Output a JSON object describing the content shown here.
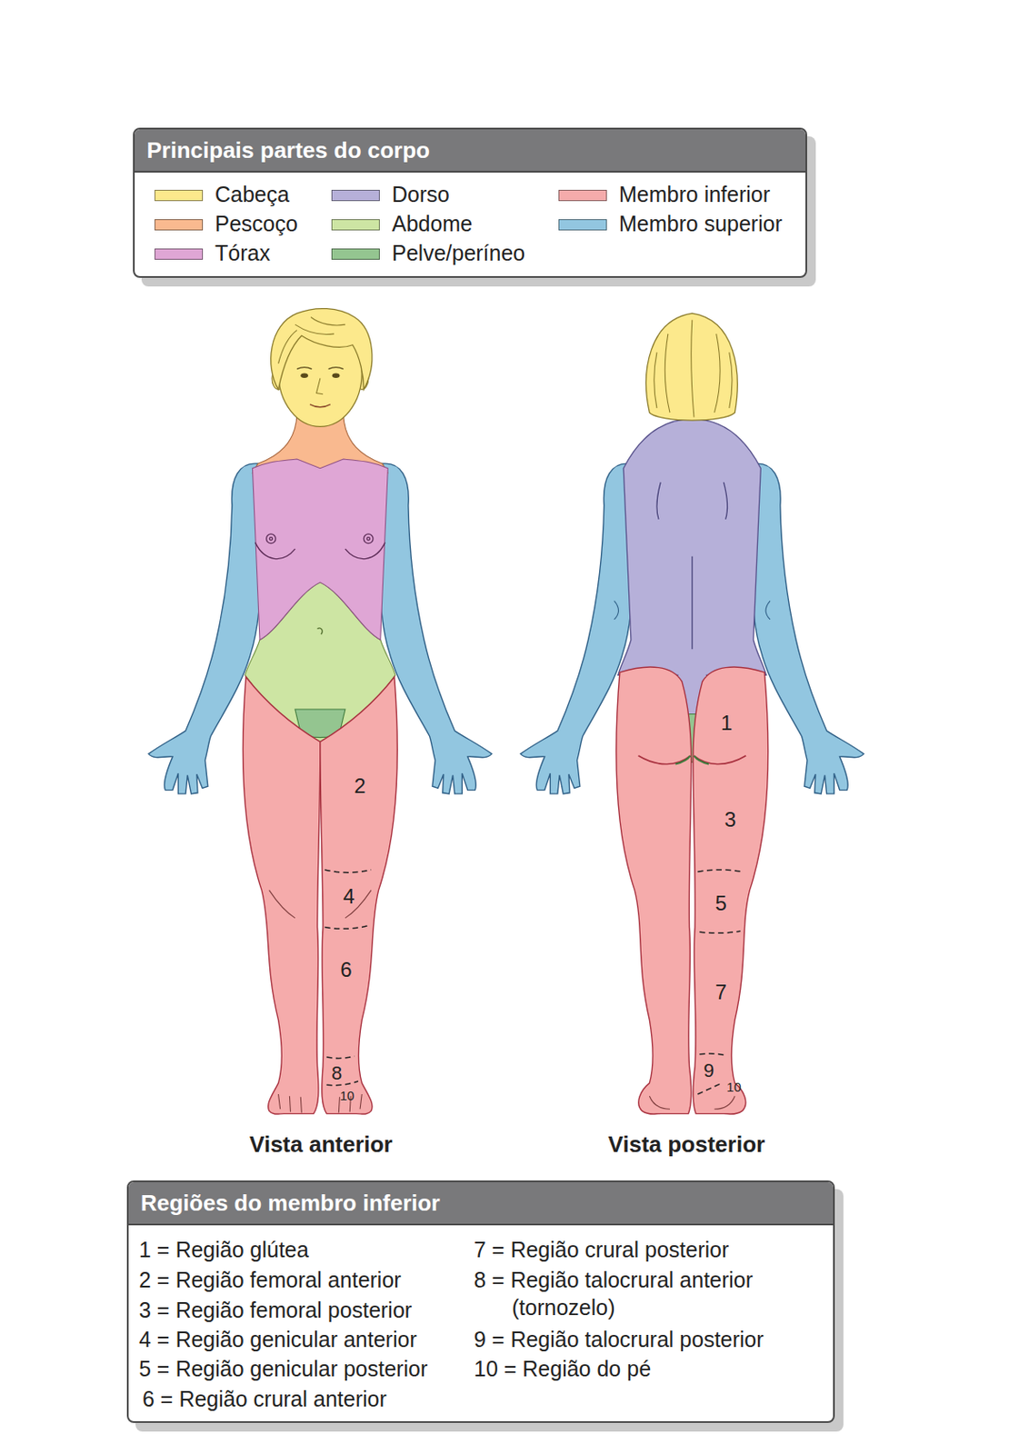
{
  "diagram": {
    "nodes": [
      {
        "text": [
          "Principais partes do corpo"
        ]
      },
      {
        "text": [
          "Regiões do membro inferior",
          "1 = Região glútea",
          "2 = Região femoral anterior",
          "3 = Região femoral posterior",
          "4 = Região genicular anterior",
          "5 = Região genicular posterior",
          "6 = Região crural anterior",
          "7 = Região crural posterior",
          "8 = Região talocrural anterior (tornozelo)",
          "9 = Região talocrural posterior",
          "10 = Região do pé"
        ]
      }
    ],
    "labels": [
      "2",
      "4",
      "6",
      "8",
      "10",
      "1",
      "3",
      "5",
      "7",
      "9",
      "10",
      "Vista anterior",
      "Vista posterior"
    ],
    "legend": [
      {
        "text": "Cabeça",
        "color": "#fce98c"
      },
      {
        "text": "Pescoço",
        "color": "#f9b98f"
      },
      {
        "text": "Tórax",
        "color": "#dfa6d5"
      },
      {
        "text": "Dorso",
        "color": "#b6b0d9"
      },
      {
        "text": "Abdome",
        "color": "#cde5a3"
      },
      {
        "text": "Pelve/períneo",
        "color": "#94c590"
      },
      {
        "text": "Membro inferior",
        "color": "#f5abab"
      },
      {
        "text": "Membro superior",
        "color": "#92c6e0"
      }
    ]
  }
}
